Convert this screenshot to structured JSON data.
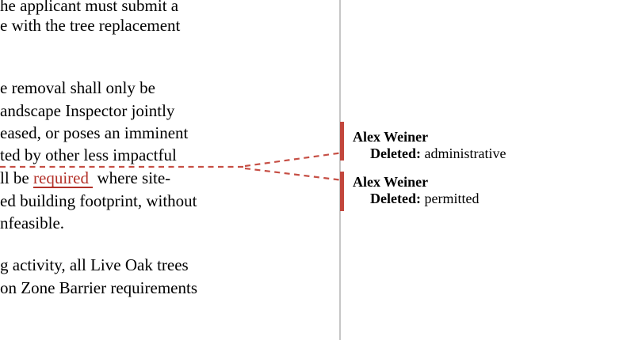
{
  "document": {
    "line1": "he applicant must submit a",
    "line2": "e with the tree replacement",
    "line3": "e removal shall only be",
    "line4": "andscape Inspector jointly",
    "line5": "eased, or poses an imminent",
    "line6": "ted by other less impactful",
    "line7_before": "ll be ",
    "line7_inserted": "required ",
    "line7_after": " where site-",
    "line8": "ed building footprint, without",
    "line9": "nfeasible.",
    "line10": "g activity, all Live Oak trees",
    "line11": "on Zone Barrier requirements"
  },
  "revisions": {
    "balloons": [
      {
        "author": "Alex Weiner",
        "action": "Deleted:",
        "text": "administrative"
      },
      {
        "author": "Alex Weiner",
        "action": "Deleted:",
        "text": "permitted"
      }
    ]
  },
  "colors": {
    "revision-red": "#c2463c",
    "connector-red": "#c64f45",
    "insertion-red": "#b33129",
    "page-edge-gray": "#c6c6c6",
    "text-black": "#000000",
    "background": "#ffffff"
  }
}
